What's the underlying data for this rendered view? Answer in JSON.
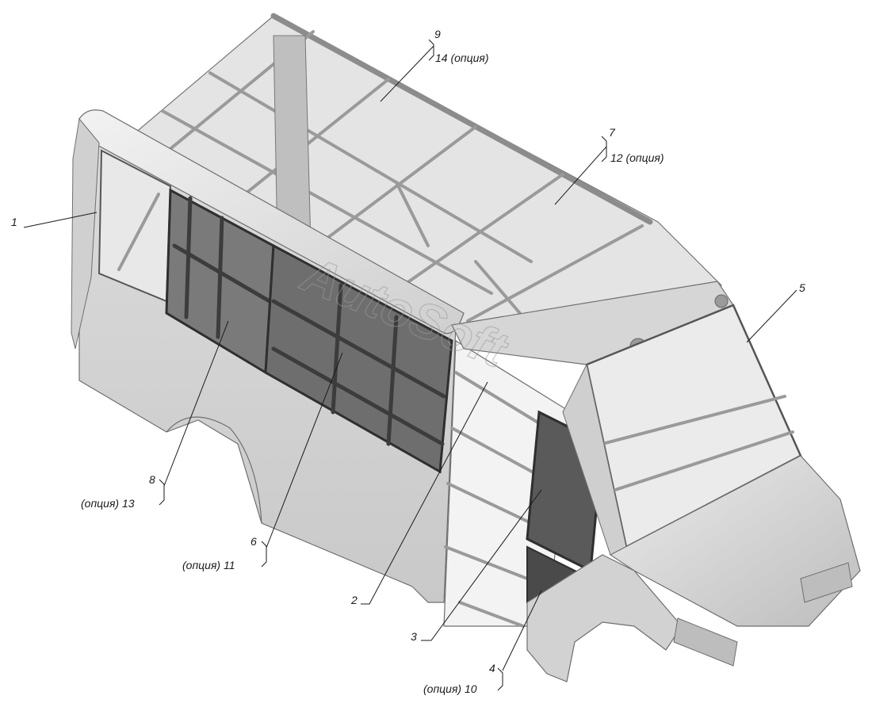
{
  "watermark": "AutoSoft",
  "callouts": [
    {
      "id": "c1",
      "lines": [
        "1"
      ]
    },
    {
      "id": "c9",
      "lines": [
        "9",
        "14 (опция)"
      ]
    },
    {
      "id": "c7",
      "lines": [
        "7",
        "12 (опция)"
      ]
    },
    {
      "id": "c5",
      "lines": [
        "5"
      ]
    },
    {
      "id": "c8",
      "lines": [
        "8",
        "(опция) 13"
      ]
    },
    {
      "id": "c6",
      "lines": [
        "6",
        "(опция) 11"
      ]
    },
    {
      "id": "c2",
      "lines": [
        "2"
      ]
    },
    {
      "id": "c3",
      "lines": [
        "3"
      ]
    },
    {
      "id": "c4",
      "lines": [
        "4",
        "(опция) 10"
      ]
    }
  ],
  "colors": {
    "body": "#d9d9d9",
    "body_shade": "#c4c4c4",
    "glass": "#e3e3e3",
    "frame": "#8c8c8c",
    "dark_glass": "#4a4a4a"
  }
}
